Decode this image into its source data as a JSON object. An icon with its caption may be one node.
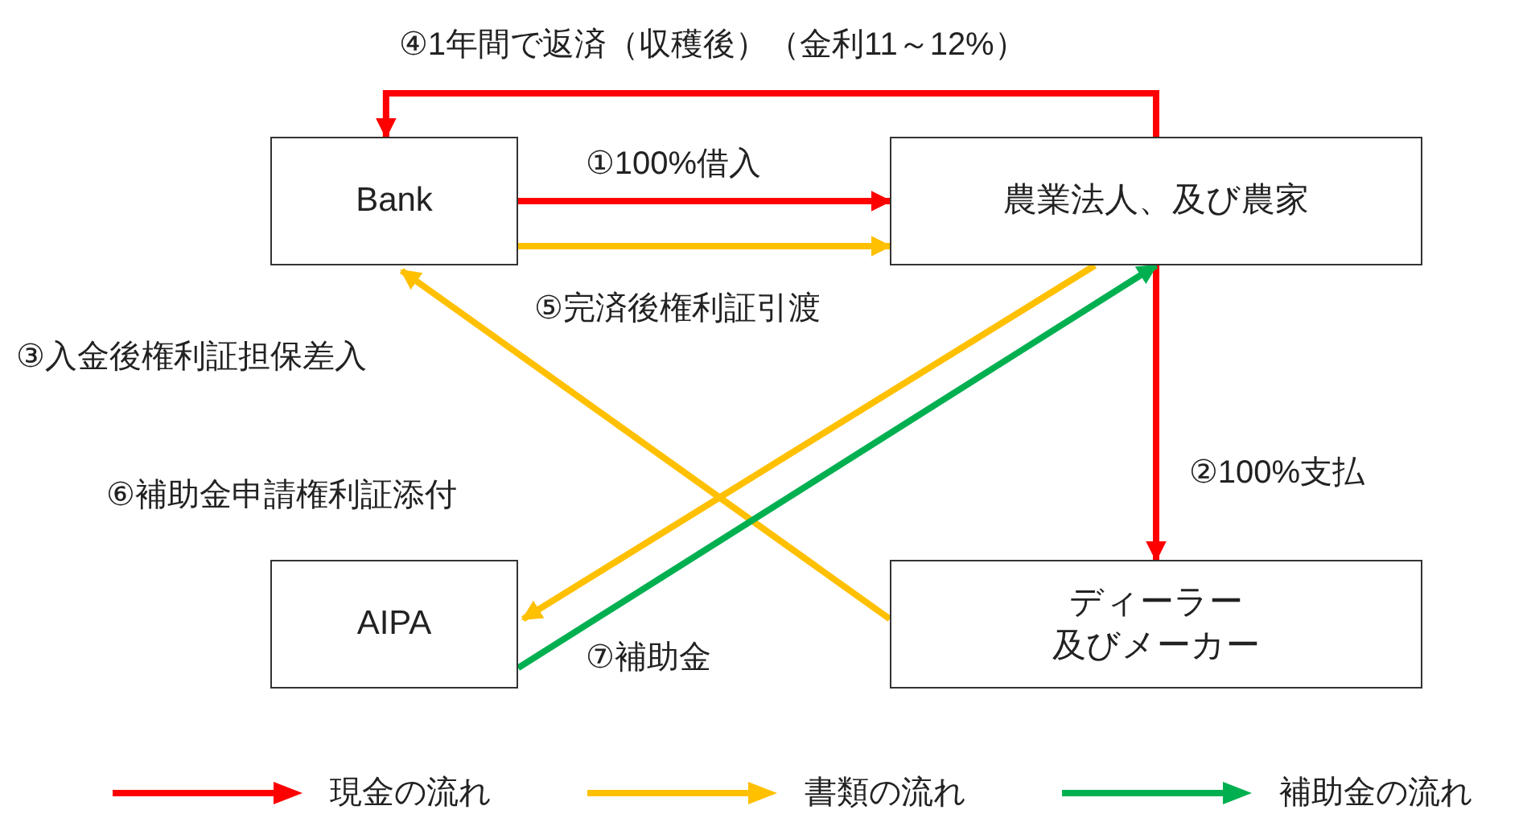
{
  "diagram": {
    "nodes": [
      {
        "text": [
          "Bank"
        ]
      },
      {
        "text": [
          "農業法人、及び農家"
        ]
      },
      {
        "text": [
          "AIPA"
        ]
      },
      {
        "text": [
          "ディーラー",
          "及びメーカー"
        ]
      }
    ],
    "edges": [
      {
        "from": 0,
        "to": 1,
        "arrow": "to",
        "label": "①100%借入",
        "color": "#ff0000"
      },
      {
        "from": 0,
        "to": 1,
        "arrow": "to",
        "label": "⑤完済後権利証引渡",
        "color": "#ffc000"
      },
      {
        "from": 1,
        "to": 0,
        "arrow": "to",
        "label": "④1年間で返済（収穫後）（金利11～12%）",
        "color": "#ff0000"
      },
      {
        "from": 1,
        "to": 3,
        "arrow": "to",
        "label": "②100%支払",
        "color": "#ff0000"
      },
      {
        "from": 3,
        "to": 0,
        "arrow": "to",
        "label": "③入金後権利証担保差入",
        "color": "#ffc000"
      },
      {
        "from": 1,
        "to": 2,
        "arrow": "to",
        "label": "⑥補助金申請権利証添付",
        "color": "#ffc000"
      },
      {
        "from": 2,
        "to": 1,
        "arrow": "to",
        "label": "⑦補助金",
        "color": "#00b050"
      }
    ],
    "legend": [
      {
        "text": "現金の流れ",
        "color": "#ff0000"
      },
      {
        "text": "書類の流れ",
        "color": "#ffc000"
      },
      {
        "text": "補助金の流れ",
        "color": "#00b050"
      }
    ]
  }
}
